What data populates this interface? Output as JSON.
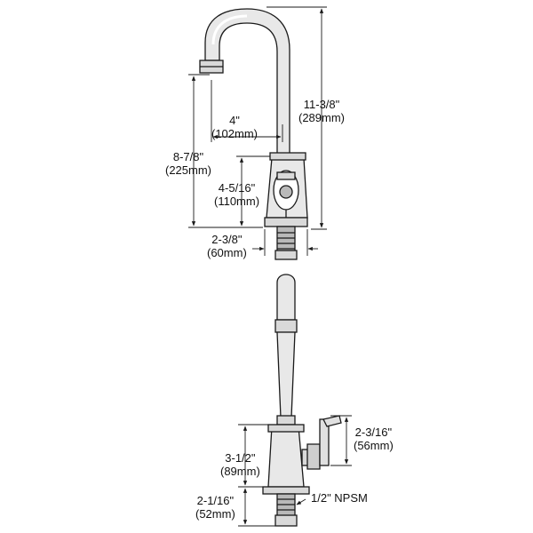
{
  "dimensions": {
    "overall_height": {
      "imperial": "11-3/8\"",
      "metric": "(289mm)"
    },
    "spout_reach": {
      "imperial": "4\"",
      "metric": "(102mm)"
    },
    "spout_height": {
      "imperial": "8-7/8\"",
      "metric": "(225mm)"
    },
    "body_height": {
      "imperial": "4-5/16\"",
      "metric": "(110mm)"
    },
    "base_width": {
      "imperial": "2-3/8\"",
      "metric": "(60mm)"
    },
    "handle_height": {
      "imperial": "2-3/16\"",
      "metric": "(56mm)"
    },
    "lower_body_height": {
      "imperial": "3-1/2\"",
      "metric": "(89mm)"
    },
    "shank_height": {
      "imperial": "2-1/16\"",
      "metric": "(52mm)"
    },
    "thread_spec": "1/2\" NPSM"
  },
  "colors": {
    "line": "#1a1a1a",
    "fill": "#e8e8e8",
    "shade": "#b9b9b9"
  }
}
